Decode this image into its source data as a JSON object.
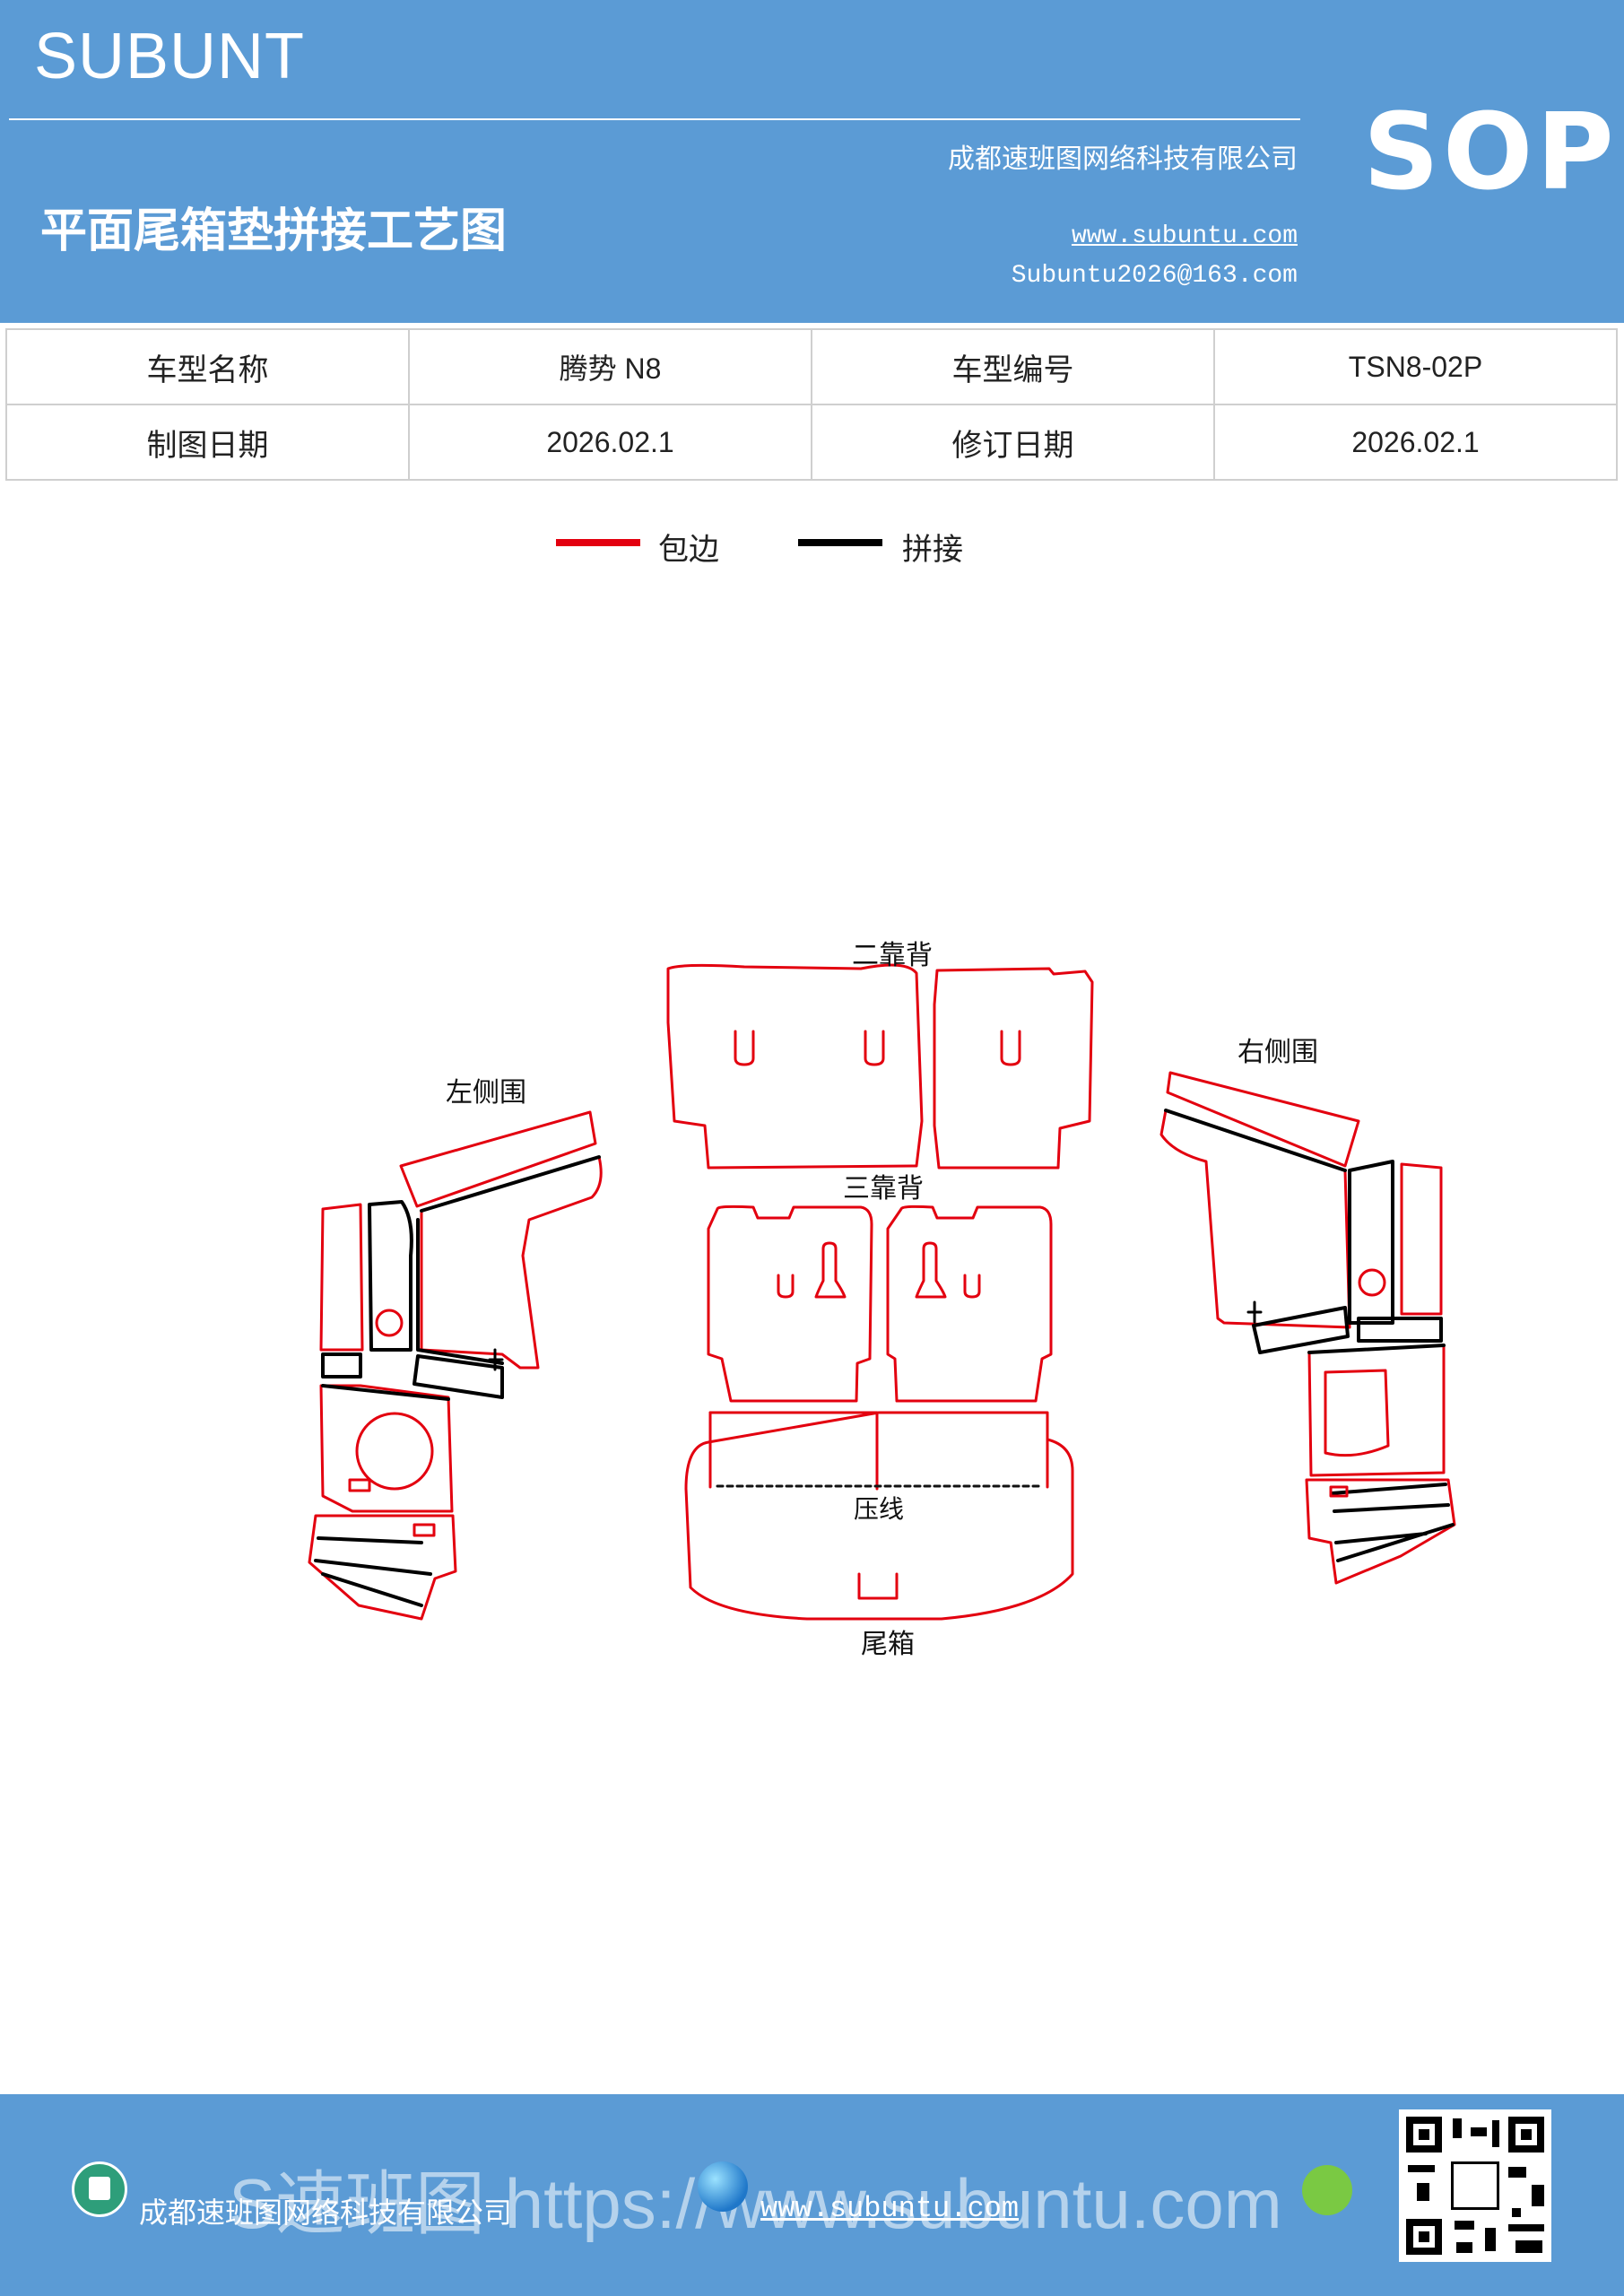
{
  "header": {
    "brand": "SUBUNT",
    "title": "平面尾箱垫拼接工艺图",
    "company": "成都速班图网络科技有限公司",
    "website": "www.subuntu.com",
    "email": "Subuntu2026@163.com",
    "badge": "SOP"
  },
  "info": {
    "model_name_label": "车型名称",
    "model_name": "腾势 N8",
    "model_code_label": "车型编号",
    "model_code": "TSN8-02P",
    "draw_date_label": "制图日期",
    "draw_date": "2026.02.1",
    "revise_date_label": "修订日期",
    "revise_date": "2026.02.1"
  },
  "legend": {
    "edge_label": "包边",
    "edge_color": "#e3000f",
    "join_label": "拼接",
    "join_color": "#000000"
  },
  "diagram": {
    "second_back": "二靠背",
    "third_back": "三靠背",
    "left_side": "左侧围",
    "right_side": "右侧围",
    "press_line": "压线",
    "trunk": "尾箱"
  },
  "footer": {
    "company": "成都速班图网络科技有限公司",
    "overlay": "S速班图 https://www.subuntu.com",
    "website": "www.subuntu.com"
  }
}
